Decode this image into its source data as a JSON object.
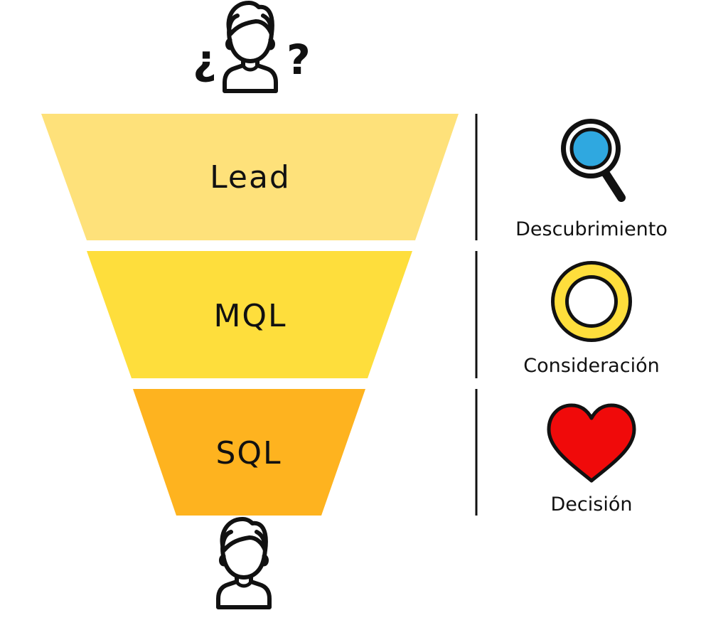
{
  "top_question": {
    "open_mark": "¿",
    "close_mark": "?",
    "icon": "person-outline-icon"
  },
  "funnel": [
    {
      "label": "Lead",
      "color": "#FEE17A",
      "stage_caption": "Descubrimiento",
      "stage_icon": "magnifier-icon"
    },
    {
      "label": "MQL",
      "color": "#FEDE3C",
      "stage_caption": "Consideración",
      "stage_icon": "ring-icon"
    },
    {
      "label": "SQL",
      "color": "#FEB31F",
      "stage_caption": "Decisión",
      "stage_icon": "heart-icon"
    }
  ],
  "bottom_person": {
    "icon": "person-outline-icon"
  },
  "colors": {
    "outline": "#111111",
    "magnifier_lens": "#2FA8E0",
    "ring": "#FEDE3C",
    "heart": "#F00A0A"
  }
}
